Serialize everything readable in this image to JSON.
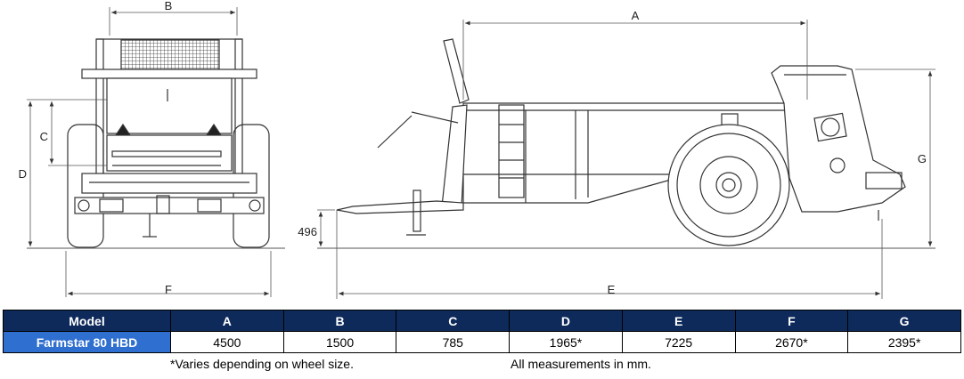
{
  "dimension_labels": {
    "a": "A",
    "b": "B",
    "c": "C",
    "d": "D",
    "e": "E",
    "f": "F",
    "g": "G",
    "hitch_height": "496"
  },
  "table": {
    "headers": [
      "Model",
      "A",
      "B",
      "C",
      "D",
      "E",
      "F",
      "G"
    ],
    "rows": [
      [
        "Farmstar 80 HBD",
        "4500",
        "1500",
        "785",
        "1965*",
        "7225",
        "2670*",
        "2395*"
      ]
    ]
  },
  "notes": {
    "footnote": "*Varies depending on wheel size.",
    "units": "All measurements in mm."
  },
  "colors": {
    "header_bg": "#0e2a5a",
    "model_bg": "#2f6fd0"
  }
}
